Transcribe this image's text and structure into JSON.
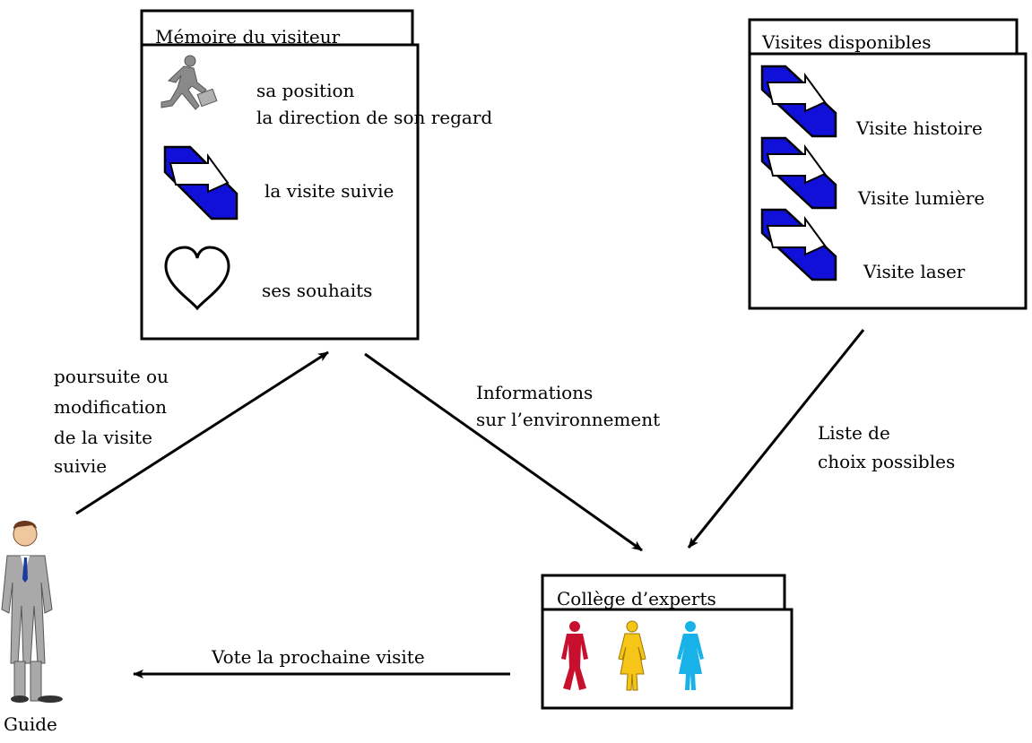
{
  "memoire": {
    "title": "Mémoire du visiteur",
    "position_line1": "sa position",
    "position_line2": "la direction de son regard",
    "visite_suivie": "la visite suivie",
    "souhaits": "ses souhaits"
  },
  "visites": {
    "title": "Visites disponibles",
    "items": [
      "Visite histoire",
      "Visite lumière",
      "Visite laser"
    ]
  },
  "college": {
    "title": "Collège d’experts"
  },
  "guide": {
    "label": "Guide"
  },
  "edges": {
    "guide_to_memoire": [
      "poursuite ou",
      "modification",
      "de la visite",
      "suivie"
    ],
    "memoire_to_college": [
      "Informations",
      "sur l’environnement"
    ],
    "visites_to_college": [
      "Liste de",
      "choix possibles"
    ],
    "college_to_guide": "Vote la prochaine visite"
  },
  "colors": {
    "arrow_fill": "#1010d8",
    "expert_red": "#c8102e",
    "expert_yellow": "#f5c518",
    "expert_cyan": "#19b2e8",
    "suit": "#a9a9a9"
  }
}
